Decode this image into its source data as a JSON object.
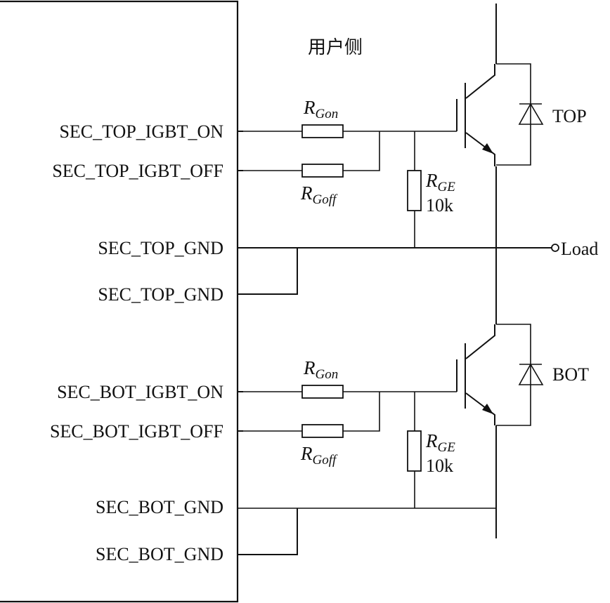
{
  "diagram": {
    "title": "用户侧",
    "signals": {
      "top_on": "SEC_TOP_IGBT_ON",
      "top_off": "SEC_TOP_IGBT_OFF",
      "top_gnd_1": "SEC_TOP_GND",
      "top_gnd_2": "SEC_TOP_GND",
      "bot_on": "SEC_BOT_IGBT_ON",
      "bot_off": "SEC_BOT_IGBT_OFF",
      "bot_gnd_1": "SEC_BOT_GND",
      "bot_gnd_2": "SEC_BOT_GND"
    },
    "resistors": {
      "r_gon": {
        "symbol": "R",
        "subscript": "Gon"
      },
      "r_goff": {
        "symbol": "R",
        "subscript": "Goff"
      },
      "r_ge": {
        "symbol": "R",
        "subscript": "GE",
        "value": "10k"
      }
    },
    "switches": {
      "top": "TOP",
      "bot": "BOT"
    },
    "output": {
      "label": "Load"
    }
  }
}
